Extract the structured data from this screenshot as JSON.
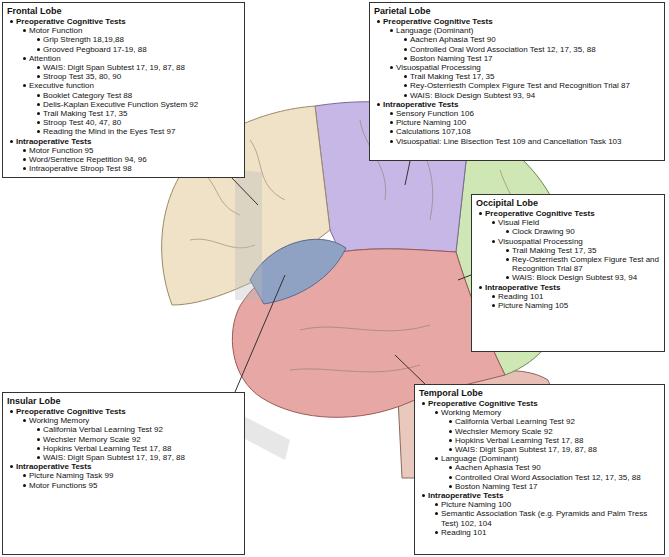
{
  "diagram": {
    "nodes": [
      {
        "text": [
          "Frontal Lobe",
          "Preoperative Cognitive Tests",
          "Motor Function",
          "Grip Strength 18,19,88",
          "Grooved Pegboard 17-19, 88",
          "Attention",
          "WAIS: Digit Span Subtest 17, 19, 87, 88",
          "Stroop Test 35, 80, 90",
          "Executive function",
          "Booklet Category Test 88",
          "Delis-Kaplan Executive Function System 92",
          "Trail Making Test 17, 35",
          "Stroop Test 40, 47, 80",
          "Reading the Mind in the Eyes Test 97",
          "Intraoperative Tests",
          "Motor Function 95",
          "Word/Sentence Repetition 94, 96",
          "Intraoperative Stroop Test 98"
        ]
      },
      {
        "text": [
          "Parietal Lobe",
          "Preoperative Cognitive Tests",
          "Language (Dominant)",
          "Aachen Aphasia Test 90",
          "Controlled Oral Word Association Test 12, 17, 35, 88",
          "Boston Naming Test 17",
          "Visuospatial Processing",
          "Trail Making Test 17, 35",
          "Rey-Osterriesth Complex Figure Test and Recognition Trial 87",
          "WAIS: Block Design Subtest 93, 94",
          "Intraoperative Tests",
          "Sensory Function 106",
          "Picture Naming 100",
          "Calculations 107,108",
          "Visuospatial: Line Bisection Test 109 and Cancellation Task 103"
        ]
      },
      {
        "text": [
          "Occipital Lobe",
          "Preoperative Cognitive Tests",
          "Visual Field",
          "Clock Drawing 90",
          "Visuospatial Processing",
          "Trail Making Test 17, 35",
          "Rey-Osterriesth Complex Figure Test and Recognition Trial 87",
          "WAIS: Block Design Subtest 93, 94",
          "Intraoperative Tests",
          "Reading 101",
          "Picture Naming 105"
        ]
      },
      {
        "text": [
          "Insular Lobe",
          "Preoperative Cognitive Tests",
          "Working Memory",
          "California Verbal Learning Test 92",
          "Wechsler Memory Scale 92",
          "Hopkins Verbal Learning Test 17, 88",
          "WAIS: Digit Span Subtest 17, 19, 87, 88",
          "Intraoperative Tests",
          "Picture Naming Task 99",
          "Motor Functions 95"
        ]
      },
      {
        "text": [
          "Temporal Lobe",
          "Preoperative Cognitive Tests",
          "Working Memory",
          "California Verbal Learning Test 92",
          "Wechsler Memory Scale 92",
          "Hopkins Verbal Learning Test 17, 88",
          "WAIS: Digit Span Subtest 17, 19, 87, 88",
          "Language (Dominant)",
          "Aachen Aphasia Test 90",
          "Controlled Oral Word Association Test 12, 17, 35, 88",
          "Boston Naming Test 17",
          "Intraoperative Tests",
          "Picture Naming 100",
          "Semantic Association Task (e.g. Pyramids and Palm Tress Test) 102, 104",
          "Reading 101"
        ]
      }
    ]
  }
}
